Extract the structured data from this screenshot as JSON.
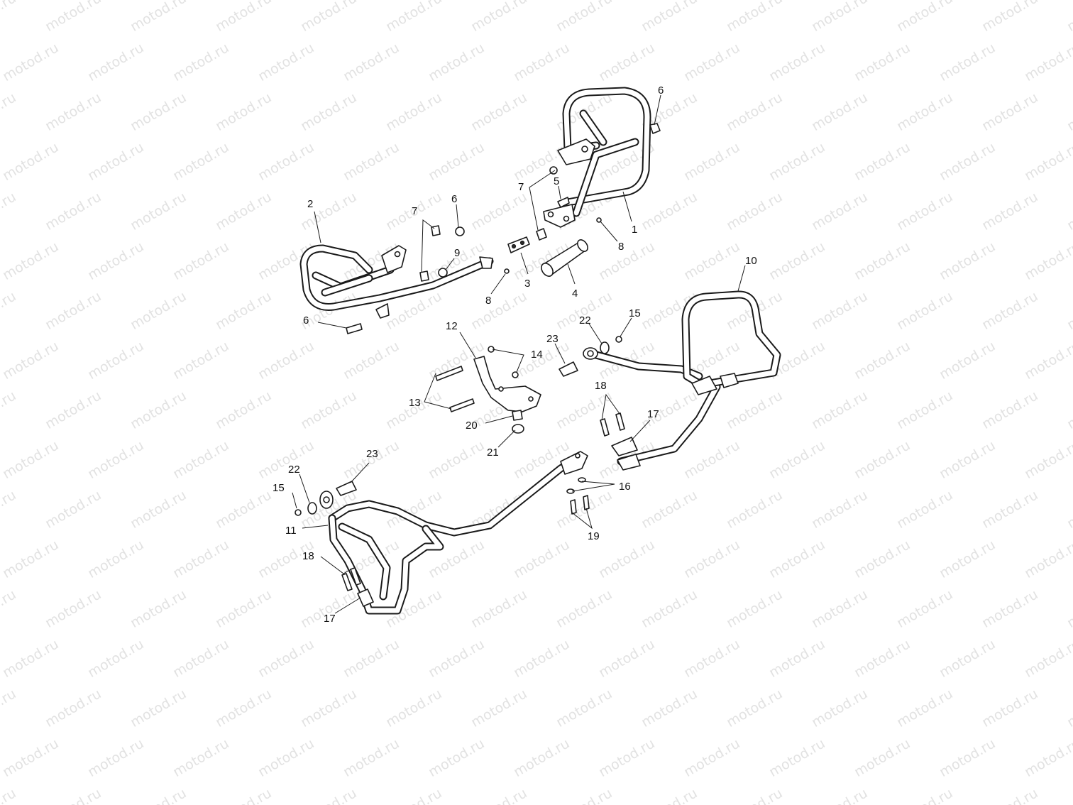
{
  "watermark": "motod.ru",
  "callouts": [
    {
      "id": "c1",
      "text": "1"
    },
    {
      "id": "c2",
      "text": "2"
    },
    {
      "id": "c3",
      "text": "3"
    },
    {
      "id": "c4",
      "text": "4"
    },
    {
      "id": "c5",
      "text": "5"
    },
    {
      "id": "c6a",
      "text": "6"
    },
    {
      "id": "c6b",
      "text": "6"
    },
    {
      "id": "c6c",
      "text": "6"
    },
    {
      "id": "c7a",
      "text": "7"
    },
    {
      "id": "c7b",
      "text": "7"
    },
    {
      "id": "c8a",
      "text": "8"
    },
    {
      "id": "c8b",
      "text": "8"
    },
    {
      "id": "c9",
      "text": "9"
    },
    {
      "id": "c10",
      "text": "10"
    },
    {
      "id": "c11",
      "text": "11"
    },
    {
      "id": "c12",
      "text": "12"
    },
    {
      "id": "c13",
      "text": "13"
    },
    {
      "id": "c14",
      "text": "14"
    },
    {
      "id": "c15a",
      "text": "15"
    },
    {
      "id": "c15b",
      "text": "15"
    },
    {
      "id": "c16",
      "text": "16"
    },
    {
      "id": "c17a",
      "text": "17"
    },
    {
      "id": "c17b",
      "text": "17"
    },
    {
      "id": "c18a",
      "text": "18"
    },
    {
      "id": "c18b",
      "text": "18"
    },
    {
      "id": "c19",
      "text": "19"
    },
    {
      "id": "c20",
      "text": "20"
    },
    {
      "id": "c21",
      "text": "21"
    },
    {
      "id": "c22a",
      "text": "22"
    },
    {
      "id": "c22b",
      "text": "22"
    },
    {
      "id": "c23a",
      "text": "23"
    },
    {
      "id": "c23b",
      "text": "23"
    }
  ]
}
